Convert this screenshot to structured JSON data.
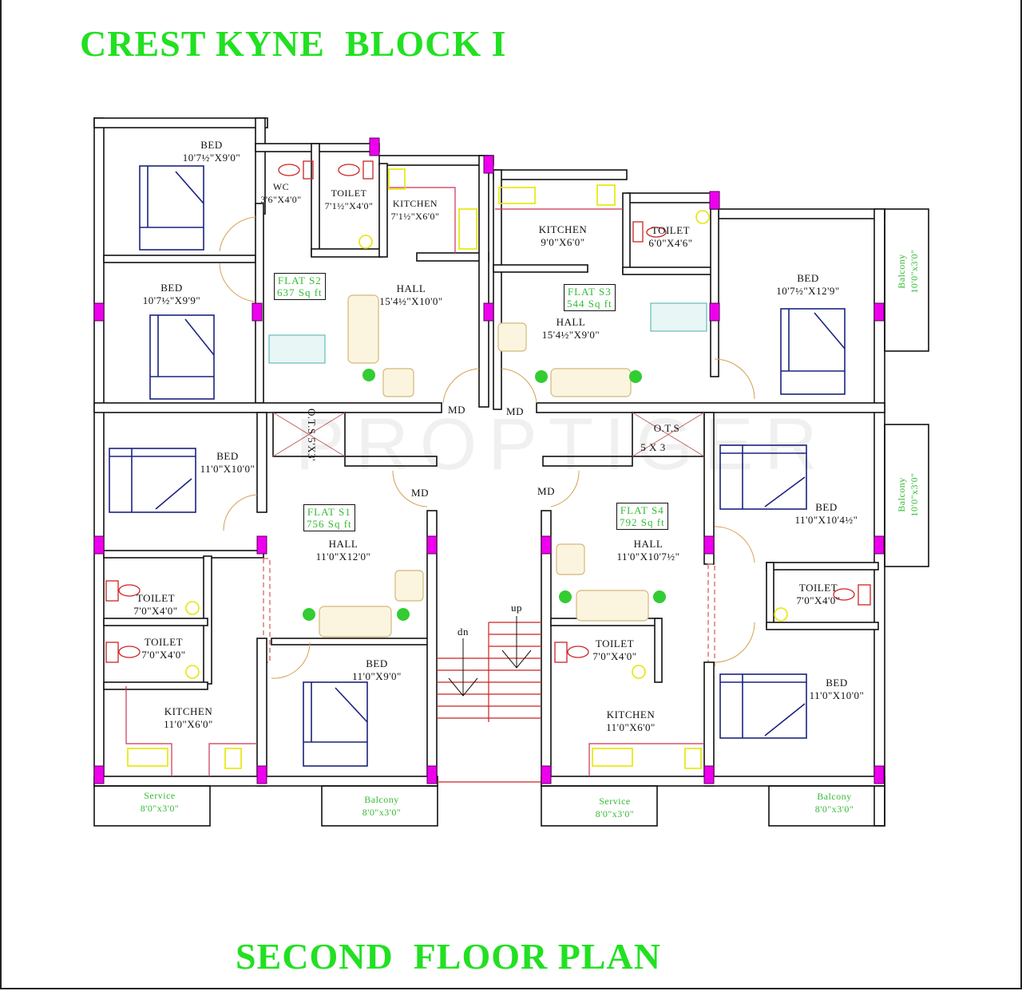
{
  "title": "CREST KYNE  BLOCK I",
  "subtitle": "SECOND  FLOOR PLAN",
  "watermark": "PROPTIGER",
  "colors": {
    "title": "#22e022",
    "walls": "#111111",
    "columns": "#ee00ee",
    "furniture_bed": "#1a237e",
    "sanitary": "#cc2222",
    "kitchen": "#e6e600",
    "labels_green": "#33bb33"
  },
  "flats": {
    "s2": {
      "name": "FLAT S2",
      "area": "637 Sq ft",
      "rooms": [
        {
          "name": "BED",
          "size": "10'7½\"X9'0\""
        },
        {
          "name": "WC",
          "size": "3'6\"X4'0\""
        },
        {
          "name": "TOILET",
          "size": "7'1½\"X4'0\""
        },
        {
          "name": "KITCHEN",
          "size": "7'1½\"X6'0\""
        },
        {
          "name": "BED",
          "size": "10'7½\"X9'9\""
        },
        {
          "name": "HALL",
          "size": "15'4½\"X10'0\""
        }
      ]
    },
    "s3": {
      "name": "FLAT S3",
      "area": "544 Sq ft",
      "rooms": [
        {
          "name": "KITCHEN",
          "size": "9'0\"X6'0\""
        },
        {
          "name": "TOILET",
          "size": "6'0\"X4'6\""
        },
        {
          "name": "HALL",
          "size": "15'4½\"X9'0\""
        },
        {
          "name": "BED",
          "size": "10'7½\"X12'9\""
        },
        {
          "name": "Balcony",
          "size": "10'0\"x3'0\""
        }
      ]
    },
    "s1": {
      "name": "FLAT S1",
      "area": "756 Sq ft",
      "rooms": [
        {
          "name": "BED",
          "size": "11'0\"X10'0\""
        },
        {
          "name": "HALL",
          "size": "11'0\"X12'0\""
        },
        {
          "name": "TOILET",
          "size": "7'0\"X4'0\""
        },
        {
          "name": "TOILET",
          "size": "7'0\"X4'0\""
        },
        {
          "name": "BED",
          "size": "11'0\"X9'0\""
        },
        {
          "name": "KITCHEN",
          "size": "11'0\"X6'0\""
        },
        {
          "name": "Service",
          "size": "8'0\"x3'0\""
        },
        {
          "name": "Balcony",
          "size": "8'0\"x3'0\""
        }
      ]
    },
    "s4": {
      "name": "FLAT S4",
      "area": "792 Sq ft",
      "rooms": [
        {
          "name": "HALL",
          "size": "11'0\"X10'7½\""
        },
        {
          "name": "BED",
          "size": "11'0\"X10'4½\""
        },
        {
          "name": "Balcony",
          "size": "10'0\"x3'0\""
        },
        {
          "name": "TOILET",
          "size": "7'0\"X4'0\""
        },
        {
          "name": "TOILET",
          "size": "7'0\"X4'0\""
        },
        {
          "name": "KITCHEN",
          "size": "11'0\"X6'0\""
        },
        {
          "name": "BED",
          "size": "11'0\"X10'0\""
        },
        {
          "name": "Service",
          "size": "8'0\"x3'0\""
        },
        {
          "name": "Balcony",
          "size": "8'0\"x3'0\""
        }
      ]
    }
  },
  "common": {
    "md": "MD",
    "ots_left": "O.T.S 5'X3'",
    "ots_right_1": "O.T.S",
    "ots_right_2": "5  X  3",
    "stairs_down": "dn",
    "stairs_up": "up"
  }
}
